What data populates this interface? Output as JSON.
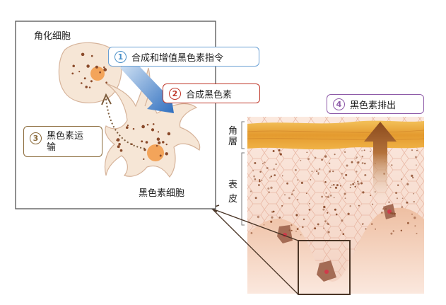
{
  "labels": {
    "keratinocyte": "角化细胞",
    "melanocyte": "黑色素细胞",
    "stratum_corneum": "角\n層",
    "epidermis": "表\n皮"
  },
  "steps": [
    {
      "num": "1",
      "text": "合成和增值黑色素指令",
      "color": "#4a90c8"
    },
    {
      "num": "2",
      "text": "合成黑色素",
      "color": "#c0392b"
    },
    {
      "num": "3",
      "text_line1": "黑色素运",
      "text_line2": "输",
      "color": "#8a6a3a"
    },
    {
      "num": "4",
      "text": "黑色素排出",
      "color": "#8e5aa8"
    }
  ],
  "colors": {
    "stratum_corneum": "#e9a43a",
    "epidermis_cells": "#f6dccf",
    "dermis": "#e4ad8c",
    "cell_fill": "#f5e6d6",
    "nucleus": "#f0a45c",
    "arrow_blue": "#3f7fc9",
    "arrow_brown": "#9a5a28"
  }
}
